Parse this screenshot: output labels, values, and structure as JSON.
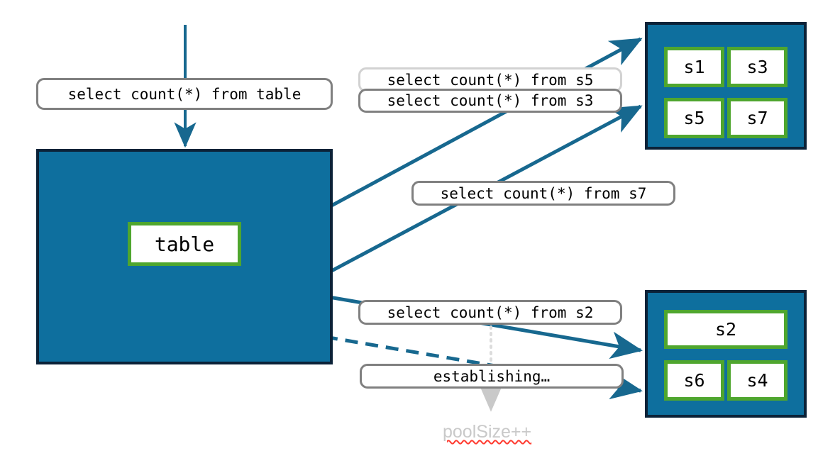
{
  "diagram": {
    "title_query": "select count(*) from table",
    "table_node": {
      "label": "table"
    },
    "pool_top": {
      "servers": [
        {
          "label": "s1"
        },
        {
          "label": "s3"
        },
        {
          "label": "s5"
        },
        {
          "label": "s7"
        }
      ]
    },
    "pool_bottom": {
      "servers": [
        {
          "label": "s2"
        },
        {
          "label": "s6"
        },
        {
          "label": "s4"
        }
      ]
    },
    "queries": [
      {
        "id": "q-s5",
        "text": "select count(*) from s5",
        "state": "faded"
      },
      {
        "id": "q-s3",
        "text": "select count(*) from s3",
        "state": "active"
      },
      {
        "id": "q-s7",
        "text": "select count(*) from s7",
        "state": "active"
      },
      {
        "id": "q-s2",
        "text": "select count(*) from s2",
        "state": "active"
      }
    ],
    "status_label": {
      "text": "establishing…"
    },
    "ghost_note": {
      "text": "poolSize++"
    },
    "colors": {
      "pool_fill": "#0E6F9E",
      "pool_border": "#0B2238",
      "node_border": "#4FA62E",
      "node_fill": "#FFFFFF",
      "edge": "#17688F",
      "pill_border": "#808080",
      "pill_border_faded": "#D2D2D2",
      "ghost_text": "#C9C9C9",
      "spellcheck_underline": "#FF3B30",
      "dotted_guide": "#DCDCDC"
    }
  }
}
